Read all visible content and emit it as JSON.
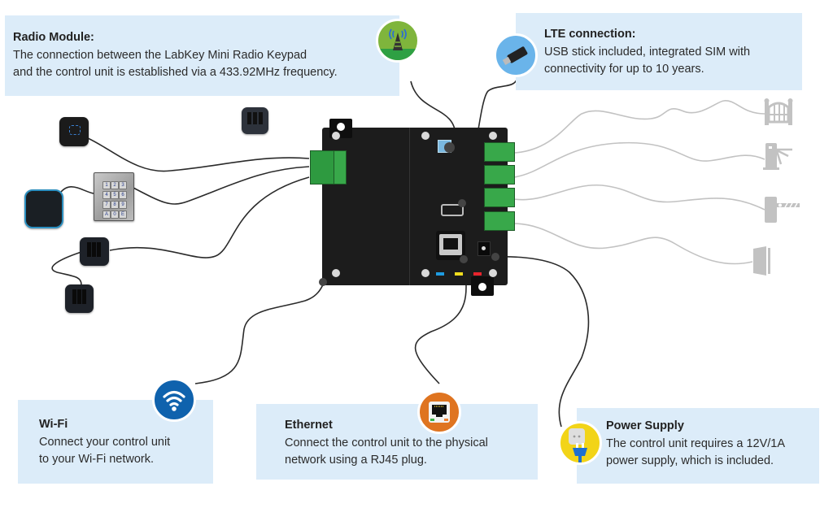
{
  "cards": {
    "radio": {
      "title": "Radio Module:",
      "description": "The connection between the LabKey Mini Radio Keypad\n and the control unit is established via a 433.92MHz frequency.",
      "icon": "radio-tower-icon"
    },
    "lte": {
      "title": "LTE connection:",
      "description": "USB stick included, integrated SIM with\nconnectivity for up to 10 years.",
      "icon": "usb-stick-icon"
    },
    "wifi": {
      "title": "Wi-Fi",
      "description": "Connect your control unit\nto your Wi-Fi network.",
      "icon": "wifi-icon"
    },
    "ethernet": {
      "title": "Ethernet",
      "description": "Connect the control unit to the physical\nnetwork using a RJ45 plug.",
      "icon": "ethernet-port-icon"
    },
    "power": {
      "title": "Power Supply",
      "description": "The control unit requires a 12V/1A\npower supply, which is included.",
      "icon": "power-plug-icon"
    }
  },
  "keypads": {
    "stainless_keys": [
      "1",
      "2",
      "3",
      "4",
      "5",
      "6",
      "7",
      "8",
      "9",
      "A",
      "0",
      "E"
    ]
  },
  "actuators": [
    {
      "name": "gate-icon"
    },
    {
      "name": "turnstile-icon"
    },
    {
      "name": "barrier-icon"
    },
    {
      "name": "door-icon"
    }
  ],
  "board": {
    "led_colors": [
      "#1e9be0",
      "#f0dc1e",
      "#e8242c"
    ],
    "terminal_color": "#35a24a"
  }
}
